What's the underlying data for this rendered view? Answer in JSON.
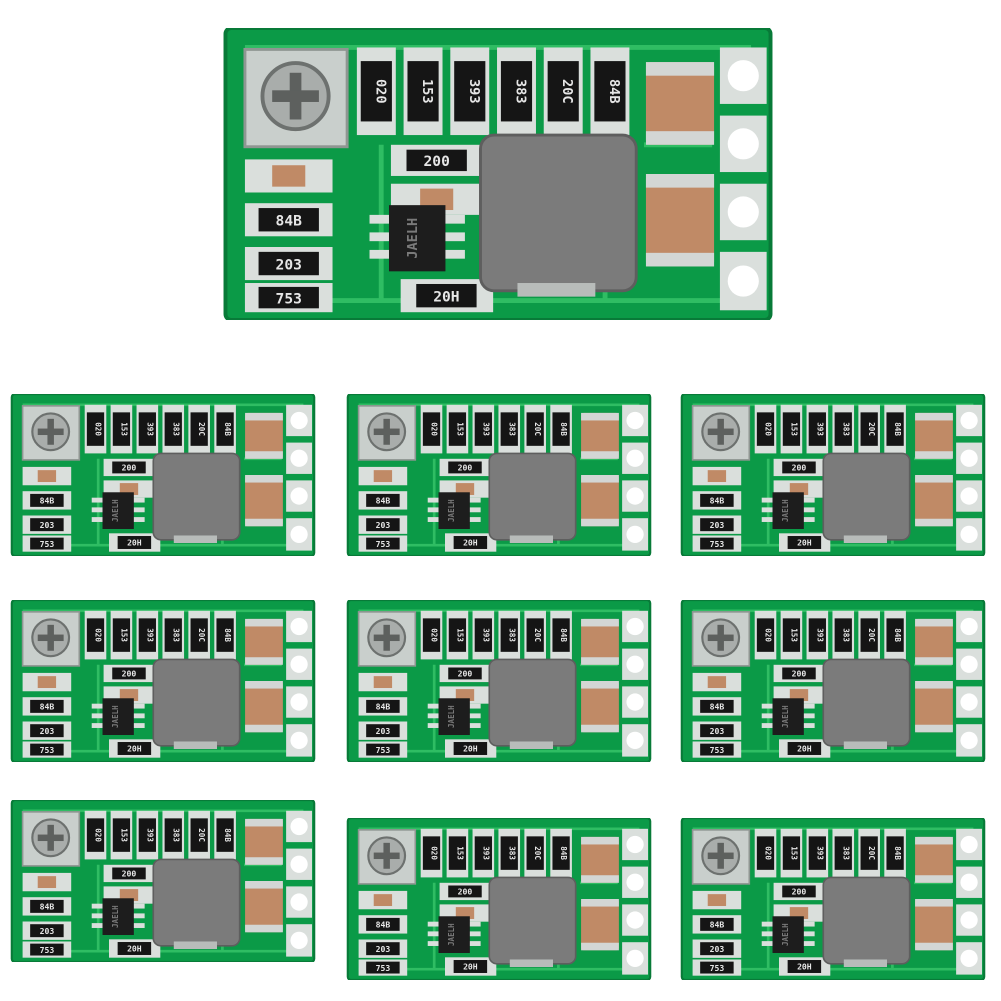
{
  "image": {
    "background": "#ffffff",
    "board_count": 10,
    "pcb_color": "#0b9a47",
    "pcb_trace_color": "#2fbd63",
    "pad_color": "#dadfdc",
    "inductor_color": "#7b7b7b",
    "capacitor_color": "#c08a66",
    "ic_color": "#1d1d1d"
  },
  "component_markings": {
    "top_row": [
      "020",
      "153",
      "393",
      "383",
      "20C",
      "84B"
    ],
    "left_column": [
      "",
      "84B",
      "203",
      "753"
    ],
    "middle": [
      "200",
      "",
      "20H"
    ],
    "ic": "JAELH"
  }
}
